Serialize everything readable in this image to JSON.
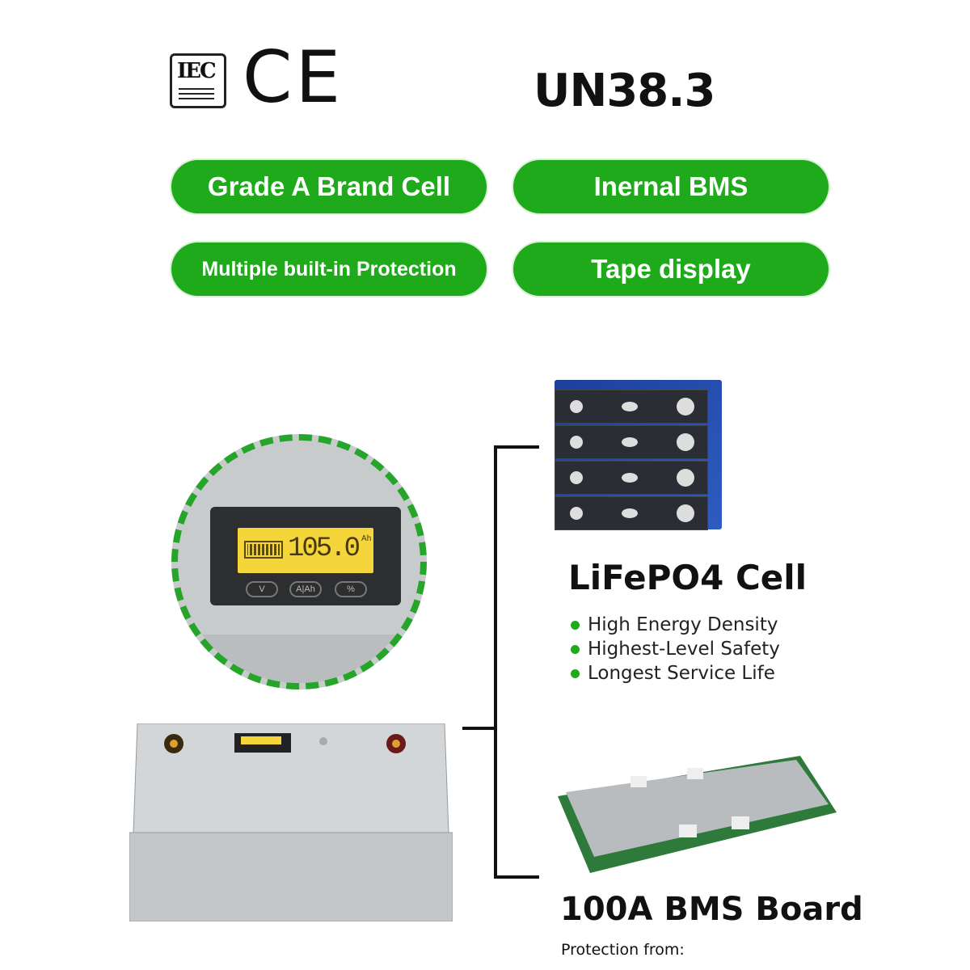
{
  "certifications": {
    "iec_logo": "IEC",
    "ce_mark": "CE",
    "un": "UN38.3"
  },
  "features": [
    "Grade A Brand Cell",
    "Inernal BMS",
    "Multiple built-in Protection",
    "Tape display"
  ],
  "colors": {
    "accent_green": "#1eaa1a",
    "cell_blue": "#2a52b5",
    "lcd_yellow": "#f4d63a"
  },
  "display": {
    "value": "105.0",
    "unit": "Ah",
    "buttons": [
      "V",
      "A|Ah",
      "%"
    ]
  },
  "cell": {
    "title": "LiFePO4 Cell",
    "bullets": [
      "High Energy Density",
      "Highest-Level Safety",
      "Longest Service Life"
    ]
  },
  "bms": {
    "title": "100A BMS Board",
    "subtitle": "Protection from:"
  }
}
